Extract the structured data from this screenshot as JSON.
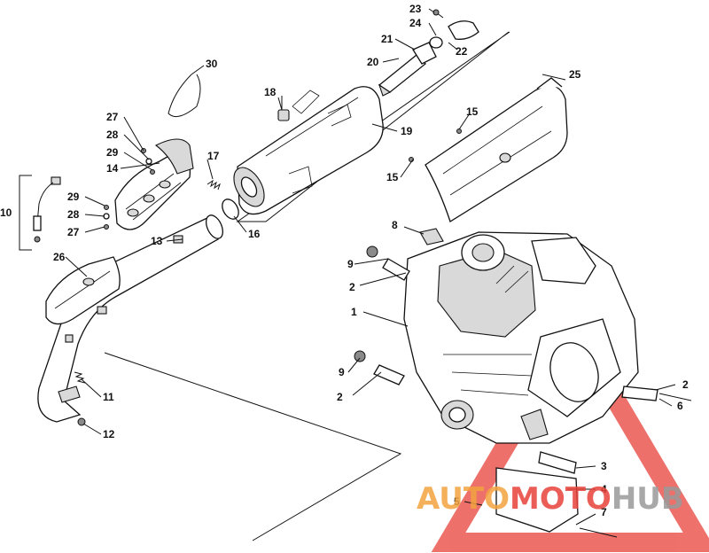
{
  "callouts": {
    "c1": "1",
    "c2a": "2",
    "c2b": "2",
    "c2c": "2",
    "c3": "3",
    "c4": "4",
    "c5": "5",
    "c6": "6",
    "c7": "7",
    "c8": "8",
    "c9a": "9",
    "c9b": "9",
    "c10": "10",
    "c11": "11",
    "c12": "12",
    "c13": "13",
    "c14": "14",
    "c15a": "15",
    "c15b": "15",
    "c16": "16",
    "c17": "17",
    "c18": "18",
    "c19": "19",
    "c20": "20",
    "c21": "21",
    "c22": "22",
    "c23": "23",
    "c24": "24",
    "c25": "25",
    "c26": "26",
    "c27a": "27",
    "c27b": "27",
    "c28a": "28",
    "c28b": "28",
    "c29a": "29",
    "c29b": "29",
    "c30": "30"
  },
  "watermark": {
    "part1": "AUTO",
    "part2": "MOTO",
    "part3": "HUB",
    "color_orange": "#f4a340",
    "color_red": "#e8413a",
    "color_gray": "#9a9a9a"
  }
}
